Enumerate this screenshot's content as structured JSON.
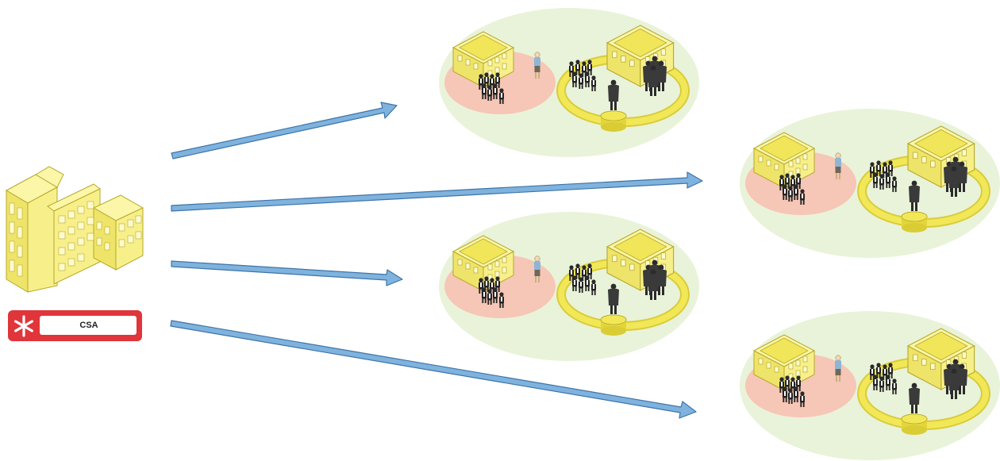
{
  "hq": {
    "badge_label": "CSA",
    "badge_icon": "asterisk-icon"
  },
  "colors": {
    "arrow_fill": "#7fb3de",
    "arrow_stroke": "#3d74a8",
    "cluster_bg": "#e9f3d9",
    "school_zone": "#f6c6b6",
    "building_yellow": "#f6ef6a",
    "ring_yellow": "#efe34a",
    "badge_red": "#e0353a"
  },
  "school_clusters": [
    {
      "id": "cluster-1",
      "label": ""
    },
    {
      "id": "cluster-2",
      "label": ""
    },
    {
      "id": "cluster-3",
      "label": ""
    },
    {
      "id": "cluster-4",
      "label": ""
    }
  ]
}
